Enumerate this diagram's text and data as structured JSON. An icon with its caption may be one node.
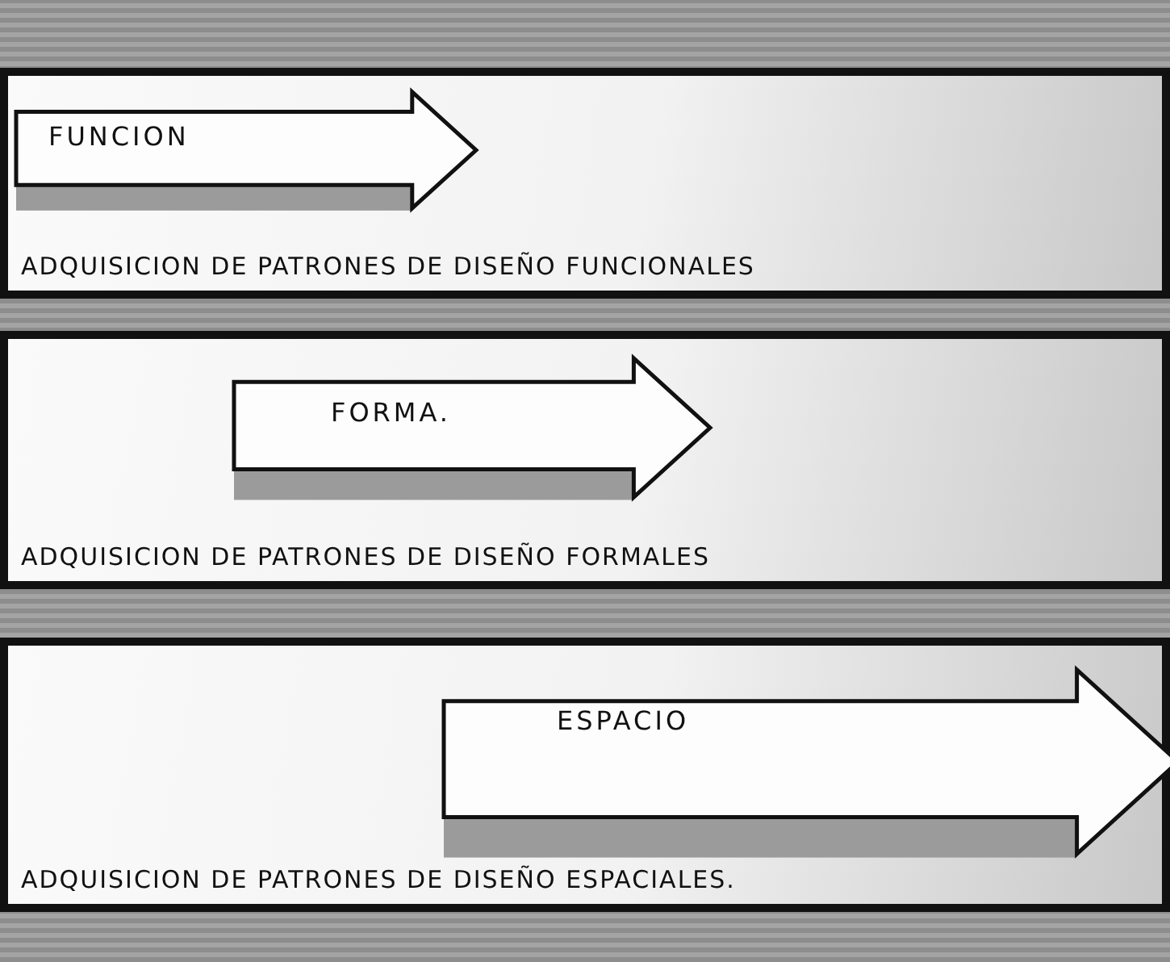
{
  "diagram": {
    "nodes": [
      {
        "text": [
          "ADQUISICION DE PATRONES DE DISEÑO FUNCIONALES"
        ]
      },
      {
        "text": [
          "FUNCION"
        ],
        "in": 0
      },
      {
        "text": [
          "ADQUISICION DE PATRONES DE DISEÑO FORMALES"
        ]
      },
      {
        "text": [
          "FORMA."
        ],
        "in": 2
      },
      {
        "text": [
          "ADQUISICION DE PATRONES DE DISEÑO ESPACIALES."
        ]
      },
      {
        "text": [
          "ESPACIO"
        ],
        "in": 4
      }
    ]
  }
}
